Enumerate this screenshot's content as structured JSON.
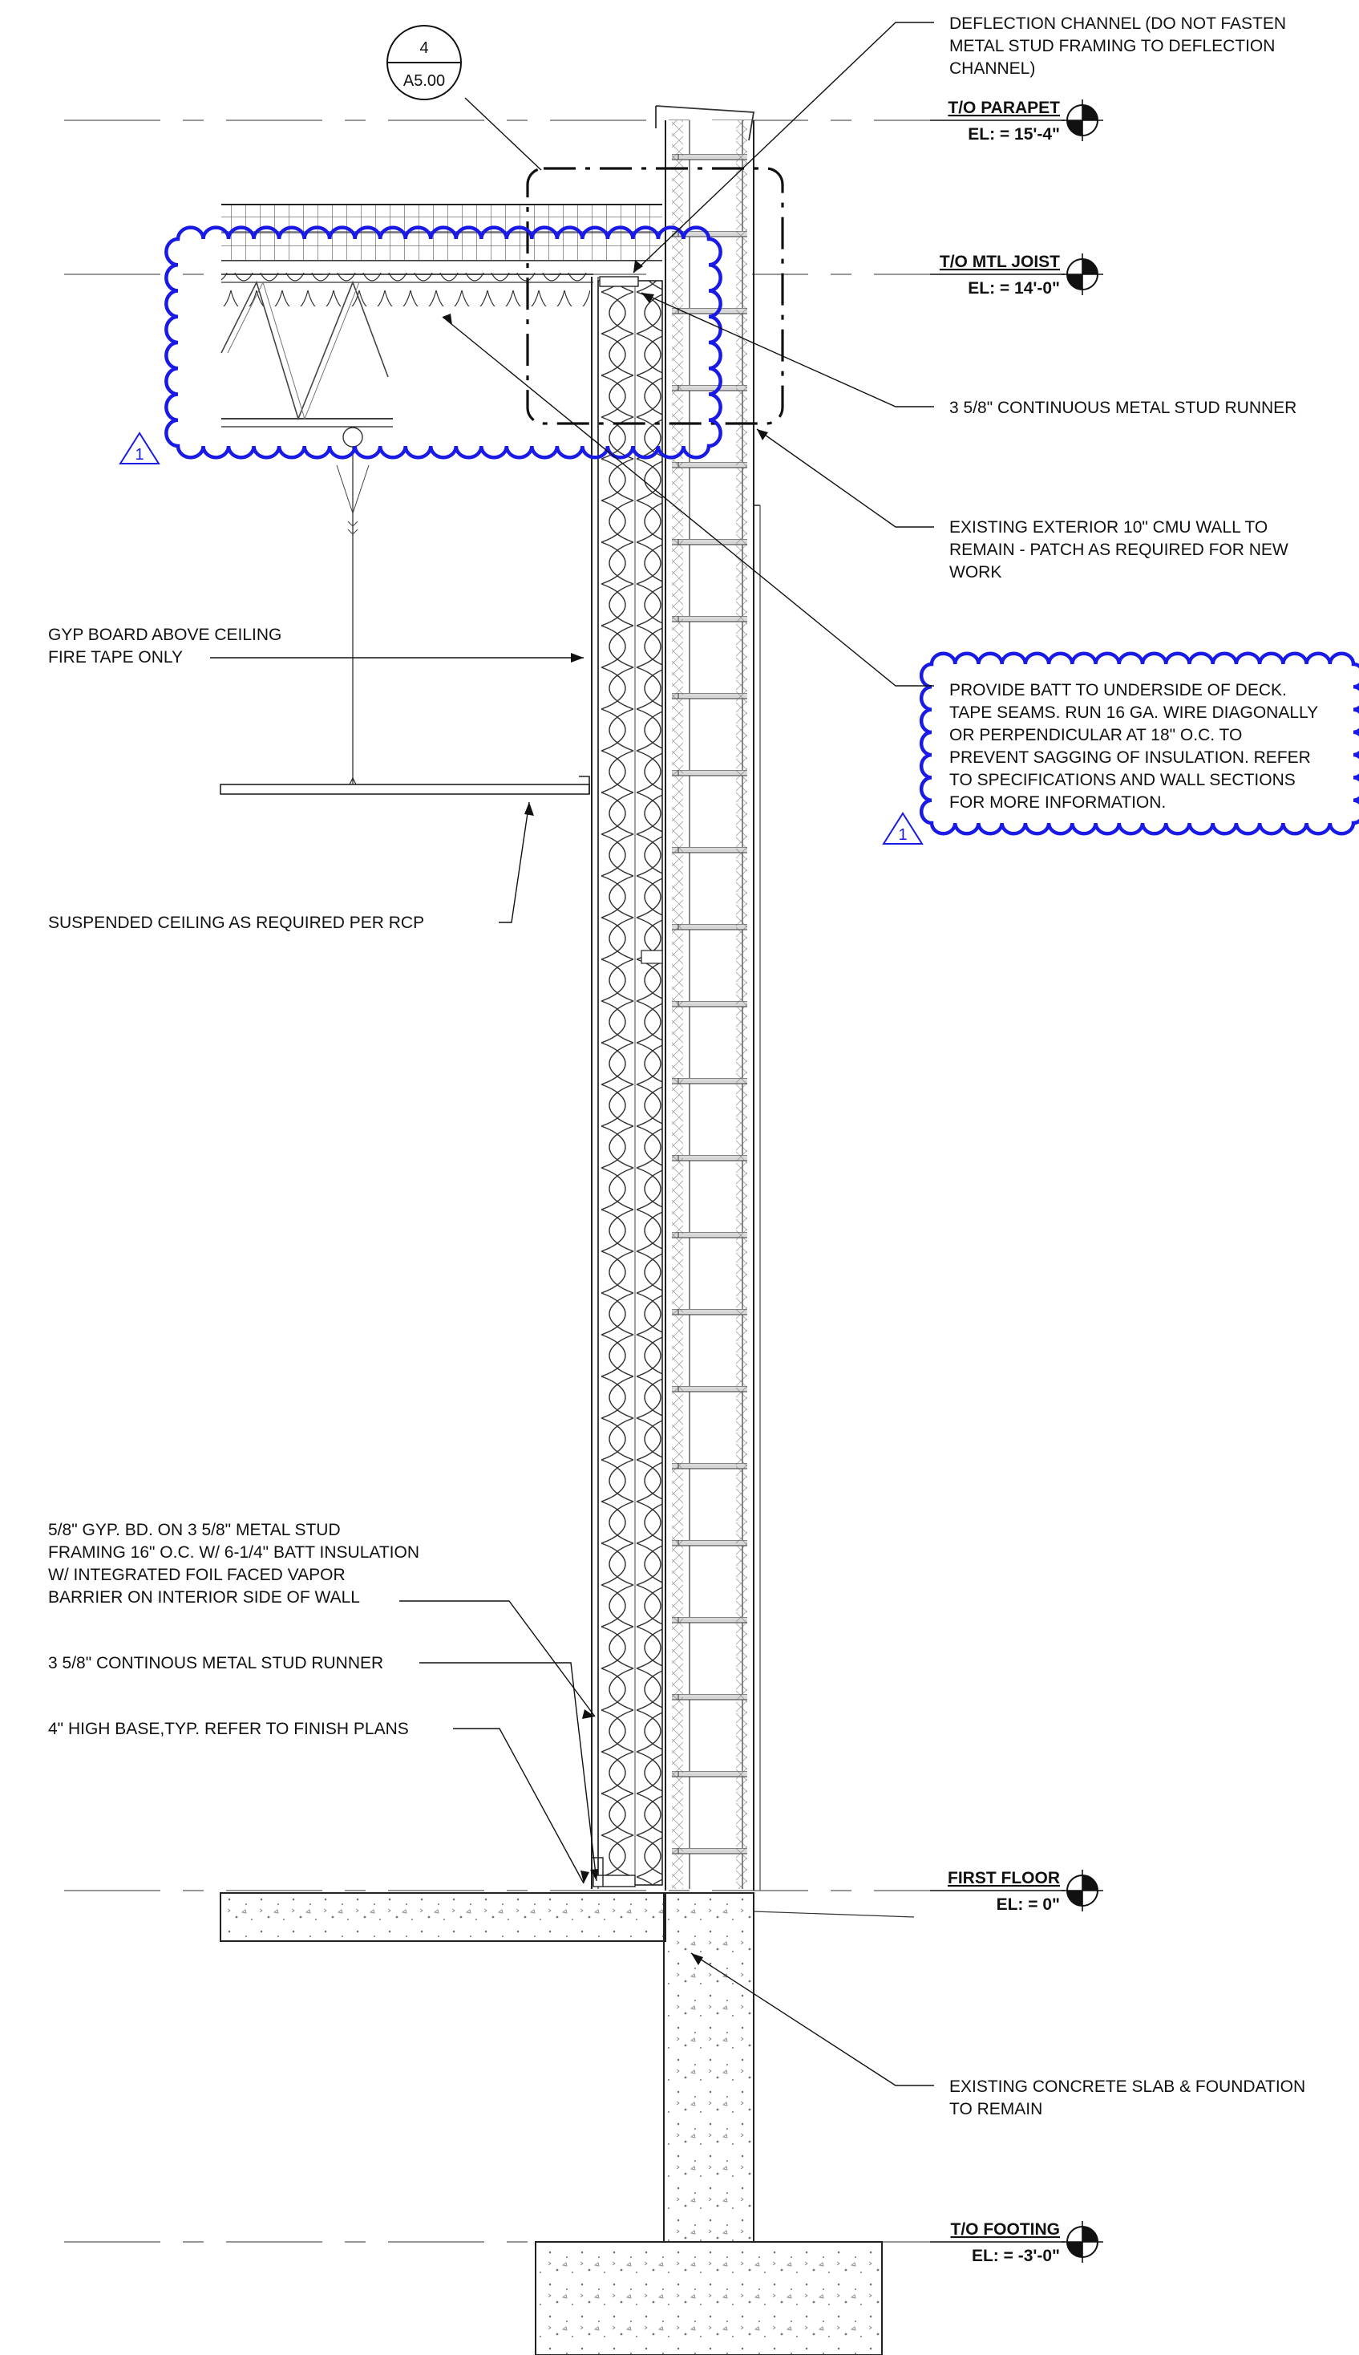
{
  "detail_tag": {
    "number": "4",
    "sheet": "A5.00"
  },
  "levels": [
    {
      "name": "T/O PARAPET",
      "elevation": "EL: =  15'-4\""
    },
    {
      "name": "T/O MTL JOIST",
      "elevation": "EL: =  14'-0\""
    },
    {
      "name": "FIRST FLOOR",
      "elevation": "EL: =  0\""
    },
    {
      "name": "T/O FOOTING",
      "elevation": "EL: =  -3'-0\""
    }
  ],
  "notes": {
    "deflection_channel": [
      "DEFLECTION CHANNEL (DO NOT FASTEN",
      "METAL STUD FRAMING TO DEFLECTION",
      "CHANNEL)"
    ],
    "stud_runner_top": [
      "3 5/8\" CONTINUOUS METAL STUD RUNNER"
    ],
    "existing_cmu": [
      "EXISTING EXTERIOR 10\" CMU WALL TO",
      "REMAIN - PATCH AS REQUIRED FOR NEW",
      "WORK"
    ],
    "batt_to_deck": [
      "PROVIDE BATT TO UNDERSIDE OF DECK.",
      "TAPE SEAMS. RUN 16 GA. WIRE DIAGONALLY",
      "OR PERPENDICULAR AT 18\" O.C. TO",
      "PREVENT SAGGING OF INSULATION.  REFER",
      "TO SPECIFICATIONS AND WALL SECTIONS",
      "FOR MORE INFORMATION."
    ],
    "gyp_above_ceiling": [
      "GYP BOARD ABOVE CEILING",
      "FIRE TAPE ONLY"
    ],
    "suspended_ceiling": [
      "SUSPENDED CEILING AS REQUIRED PER RCP"
    ],
    "gyp_stud_framing": [
      "5/8\" GYP. BD. ON 3 5/8\" METAL STUD",
      "FRAMING 16\" O.C. W/ 6-1/4\" BATT INSULATION",
      "W/ INTEGRATED FOIL FACED VAPOR",
      "BARRIER ON INTERIOR SIDE OF WALL"
    ],
    "stud_runner_bottom": [
      "3 5/8\" CONTINOUS METAL STUD RUNNER"
    ],
    "base": [
      "4\" HIGH BASE,TYP. REFER TO FINISH PLANS"
    ],
    "existing_slab": [
      "EXISTING CONCRETE SLAB & FOUNDATION",
      "TO REMAIN"
    ]
  },
  "revision_marks": [
    "1",
    "1"
  ],
  "colors": {
    "line": "#111111",
    "revision_cloud": "#1a1ae6",
    "grid": "#888888"
  }
}
